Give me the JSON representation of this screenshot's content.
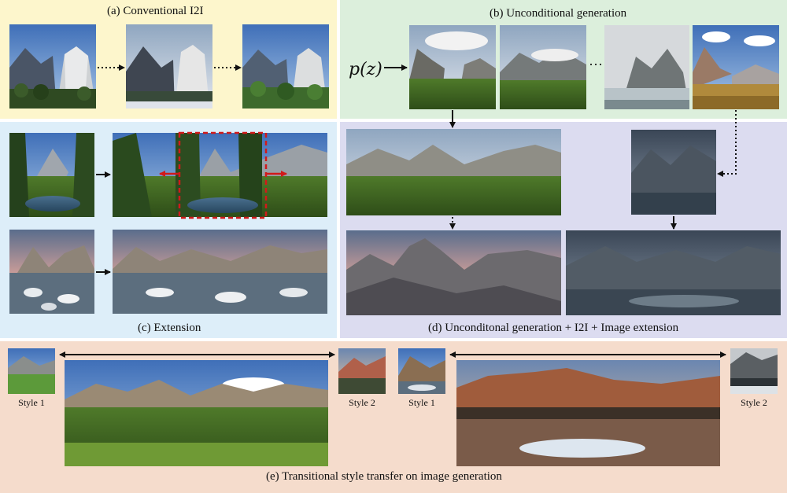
{
  "panels": {
    "a": {
      "caption": "(a) Conventional I2I",
      "bg": "#fdf6cc"
    },
    "b": {
      "caption": "(b) Unconditional generation",
      "bg": "#dcefdc"
    },
    "c": {
      "caption": "(c) Extension",
      "bg": "#ddeef9"
    },
    "d": {
      "caption": "(d) Unconditonal generation + I2I + Image extension",
      "bg": "#dcdcf0"
    },
    "e": {
      "caption": "(e) Transitional style transfer on image generation",
      "bg": "#f5dccc"
    }
  },
  "formula": "p(z)",
  "ellipsis": "···",
  "style_labels": {
    "left_style1": "Style 1",
    "left_style2": "Style 2",
    "right_style1": "Style 1",
    "right_style2": "Style 2"
  },
  "colors": {
    "arrow": "#111111",
    "extension_box": "#d11a1a"
  }
}
